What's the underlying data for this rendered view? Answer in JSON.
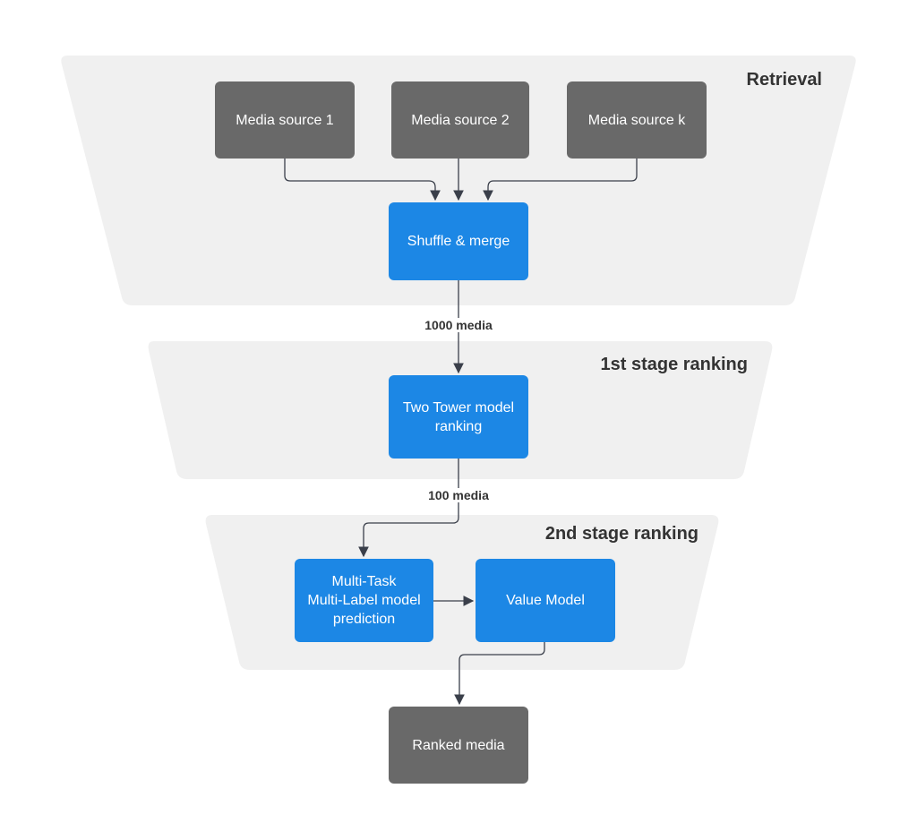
{
  "stages": {
    "retrieval": "Retrieval",
    "first_stage": "1st stage ranking",
    "second_stage": "2nd stage ranking"
  },
  "nodes": {
    "media_source_1": "Media source 1",
    "media_source_2": "Media source 2",
    "media_source_k": "Media source k",
    "shuffle_merge": "Shuffle & merge",
    "two_tower_line1": "Two Tower model",
    "two_tower_line2": "ranking",
    "mtml_line1": "Multi-Task",
    "mtml_line2": "Multi-Label model",
    "mtml_line3": "prediction",
    "value_model": "Value Model",
    "ranked_media": "Ranked media"
  },
  "edge_labels": {
    "after_retrieval": "1000 media",
    "after_first_stage": "100 media"
  },
  "colors": {
    "stage_background": "#f0f0f0",
    "node_gray": "#696969",
    "node_blue": "#1c87e5",
    "connector": "#3a3f4a",
    "title_text": "#333333"
  }
}
